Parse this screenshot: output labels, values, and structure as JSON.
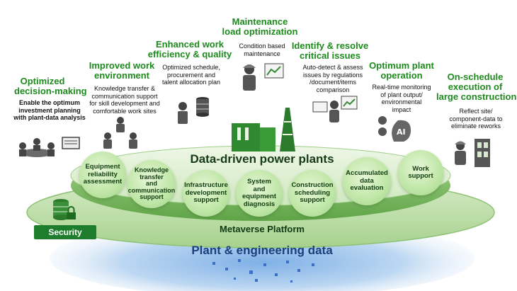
{
  "outcomes": {
    "decision": {
      "title_lines": [
        "Optimized",
        "decision-making"
      ],
      "desc_lines": [
        "Enable the optimum",
        "investment planning",
        "with plant-data analysis"
      ]
    },
    "environment": {
      "title_lines": [
        "Improved work",
        "environment"
      ],
      "desc_lines": [
        "Knowledge transfer &",
        "communication support",
        "for skill development and",
        "comfortable work sites"
      ]
    },
    "efficiency": {
      "title_lines": [
        "Enhanced work",
        "efficiency & quality"
      ],
      "desc_lines": [
        "Optimized schedule,",
        "procurement and",
        "talent allocation plan"
      ]
    },
    "maintenance": {
      "title_lines": [
        "Maintenance",
        "load optimization"
      ],
      "desc_lines": [
        "Condition based",
        "maintenance"
      ]
    },
    "issues": {
      "title_lines": [
        "Identify & resolve",
        "critical issues"
      ],
      "desc_lines": [
        "Auto-detect & assess",
        "issues by regulations",
        "/document/items",
        "comparison"
      ]
    },
    "operation": {
      "title_lines": [
        "Optimum plant",
        "operation"
      ],
      "desc_lines": [
        "Real-time monitoring",
        "of plant output/",
        "environmental",
        "impact"
      ]
    },
    "construction": {
      "title_lines": [
        "On-schedule",
        "execution of",
        "large construction"
      ],
      "desc_lines": [
        "Reflect site/",
        "component-data to",
        "eliminate reworks"
      ]
    }
  },
  "center_title": "Data-driven power plants",
  "functions": [
    {
      "lines": [
        "Equipment",
        "reliability",
        "assessment"
      ]
    },
    {
      "lines": [
        "Knowledge",
        "transfer",
        "and",
        "communication",
        "support"
      ]
    },
    {
      "lines": [
        "Infrastructure",
        "development",
        "support"
      ]
    },
    {
      "lines": [
        "System",
        "and",
        "equipment",
        "diagnosis"
      ]
    },
    {
      "lines": [
        "Construction",
        "scheduling",
        "support"
      ]
    },
    {
      "lines": [
        "Accumulated",
        "data evaluation"
      ]
    },
    {
      "lines": [
        "Work",
        "support"
      ]
    }
  ],
  "platform_label": "Metaverse Platform",
  "data_label": "Plant & engineering data",
  "security_label": "Security",
  "icons": [
    "meeting-icon",
    "team-icon",
    "server-icon",
    "maintenance-worker-icon",
    "analyst-icon",
    "ai-monitor-icon",
    "construction-worker-icon",
    "power-plant-icon",
    "security-database-icon"
  ],
  "colors": {
    "title_green": "#1e8a1e",
    "security_green": "#1e7d2c",
    "data_blue": "#1b3f7c"
  }
}
